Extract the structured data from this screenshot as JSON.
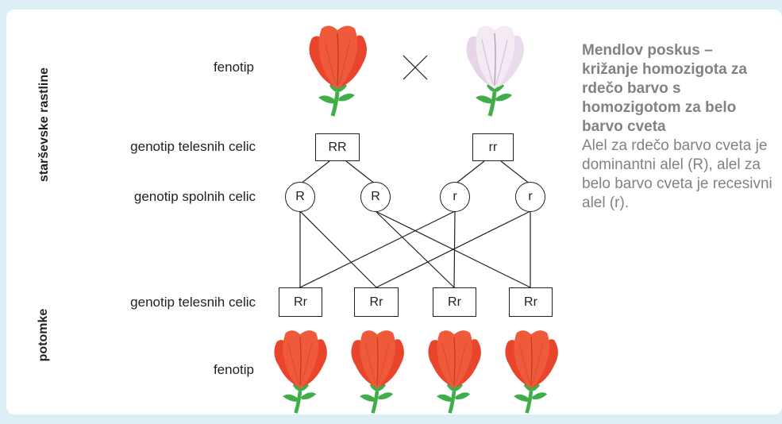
{
  "side_labels": {
    "parents": "starševske rastline",
    "offspring": "potomke"
  },
  "row_labels": {
    "phenotype_parents": "fenotip",
    "genotype_body_parents": "genotip telesnih celic",
    "genotype_sex_cells": "genotip spolnih celic",
    "genotype_body_offspring": "genotip telesnih celic",
    "phenotype_offspring": "fenotip"
  },
  "cross_symbol": "×",
  "parents": {
    "left_genotype": "RR",
    "right_genotype": "rr"
  },
  "gametes": [
    "R",
    "R",
    "r",
    "r"
  ],
  "offspring": [
    "Rr",
    "Rr",
    "Rr",
    "Rr"
  ],
  "caption": {
    "title": "Mendlov poskus – križanje homozigota za rdečo barvo s homozigotom za belo barvo cveta",
    "body": "Alel za rdečo barvo cveta je dominantni alel (R), alel za belo barvo cveta je recesivni alel (r)."
  },
  "colors": {
    "red_flower": "#e8452c",
    "white_flower": "#eadcec",
    "stem": "#3fae49",
    "caption_text": "#808285",
    "background": "#ddeef6"
  }
}
